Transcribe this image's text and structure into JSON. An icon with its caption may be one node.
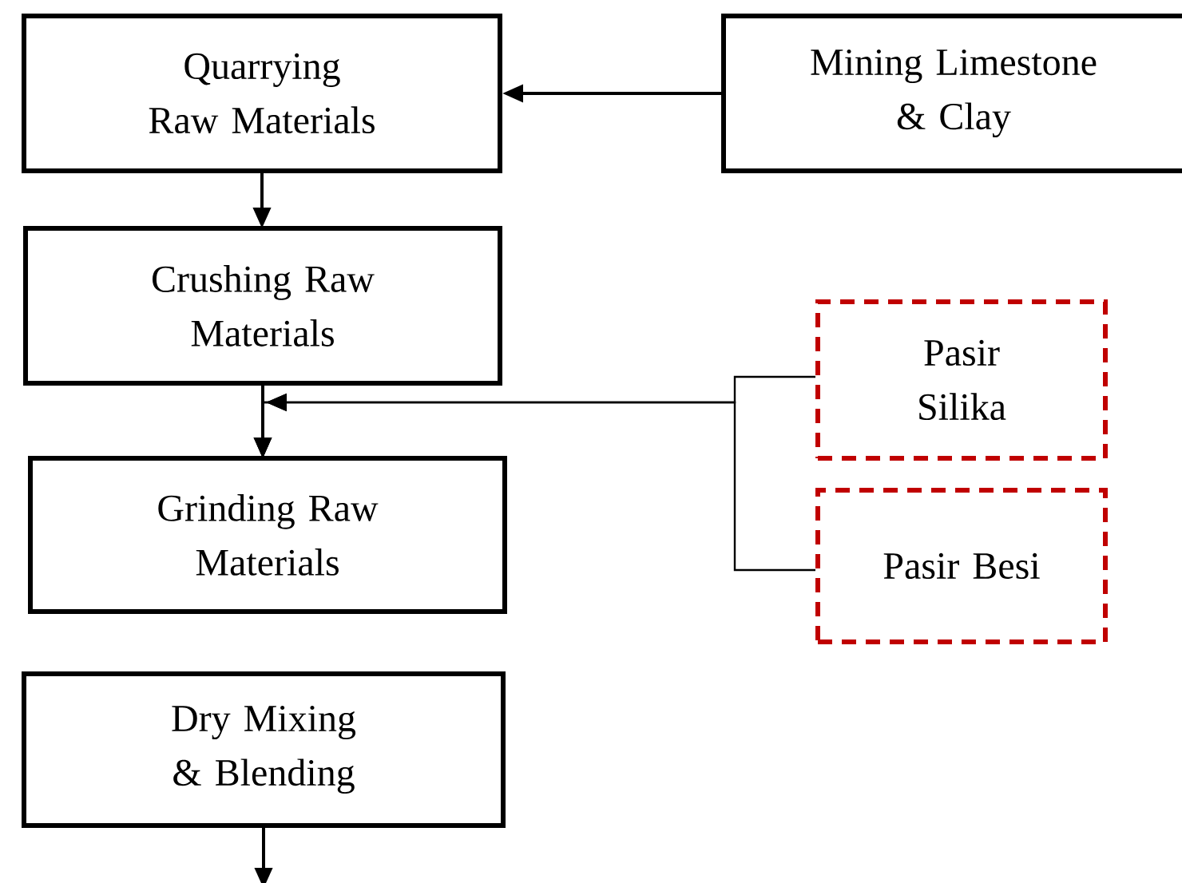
{
  "diagram": {
    "nodes": [
      {
        "text": [
          "Quarrying Raw Materials"
        ]
      },
      {
        "text": [
          "Mining Limestone & Clay"
        ]
      },
      {
        "text": [
          "Crushing Raw Materials"
        ]
      },
      {
        "text": [
          "Pasir Silika"
        ]
      },
      {
        "text": [
          "Grinding Raw Materials"
        ]
      },
      {
        "text": [
          "Pasir Besi"
        ]
      },
      {
        "text": [
          "Dry Mixing & Blending"
        ]
      }
    ],
    "edges": [
      {
        "from": 1,
        "to": 0,
        "arrow": "to"
      },
      {
        "from": 0,
        "to": 2,
        "arrow": "to"
      },
      {
        "from": 2,
        "to": 4,
        "arrow": "to"
      },
      {
        "from": 3,
        "to": 4,
        "arrow": "to"
      },
      {
        "from": 5,
        "to": 4,
        "arrow": "to"
      },
      {
        "from": 6,
        "to": null,
        "arrow": "to"
      }
    ]
  }
}
